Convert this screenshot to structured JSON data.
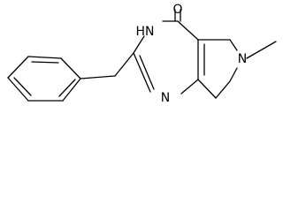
{
  "atoms": {
    "oxygen": "O",
    "nh": "HN",
    "n_ring": "N",
    "n_pyrimidine": "N"
  }
}
